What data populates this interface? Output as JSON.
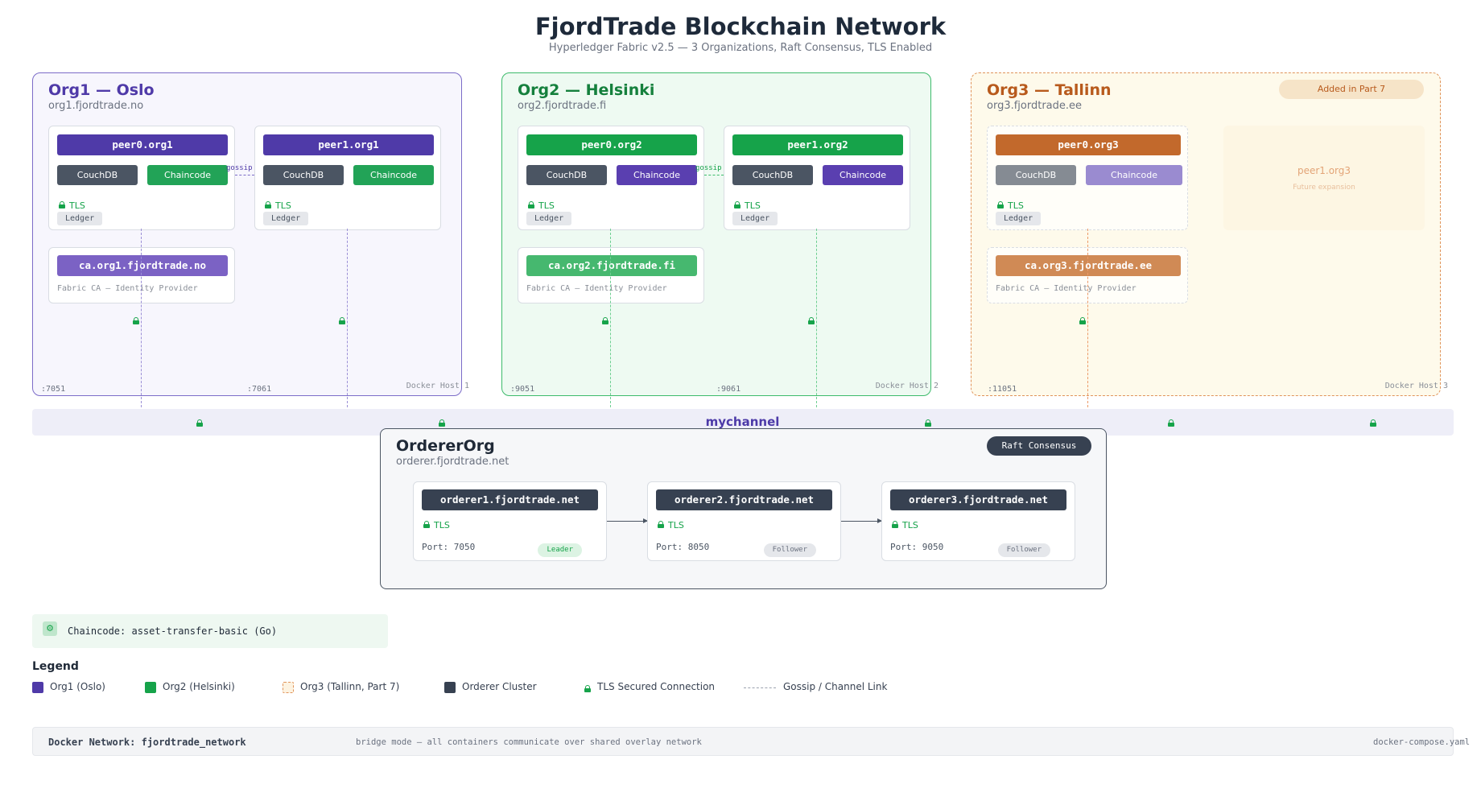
{
  "header": {
    "title": "FjordTrade Blockchain Network",
    "subtitle": "Hyperledger Fabric v2.5 — 3 Organizations, Raft Consensus, TLS Enabled"
  },
  "colors": {
    "org1": "#4f3aa8",
    "org2": "#16a34a",
    "org3": "#c2692c",
    "orderer": "#374151",
    "couchdb": "#4b5563"
  },
  "orgs": {
    "org1": {
      "name": "Org1 — Oslo",
      "domain": "org1.fjordtrade.no",
      "host": "Docker Host 1",
      "ports": [
        ":7051",
        ":7061"
      ],
      "peers": [
        {
          "name": "peer0.org1",
          "couchdb": "CouchDB",
          "chaincode": "Chaincode",
          "tls": "TLS",
          "ledger": "Ledger"
        },
        {
          "name": "peer1.org1",
          "couchdb": "CouchDB",
          "chaincode": "Chaincode",
          "tls": "TLS",
          "ledger": "Ledger"
        }
      ],
      "gossip": "gossip",
      "ca": {
        "name": "ca.org1.fjordtrade.no",
        "desc": "Fabric CA — Identity Provider"
      }
    },
    "org2": {
      "name": "Org2 — Helsinki",
      "domain": "org2.fjordtrade.fi",
      "host": "Docker Host 2",
      "ports": [
        ":9051",
        ":9061"
      ],
      "peers": [
        {
          "name": "peer0.org2",
          "couchdb": "CouchDB",
          "chaincode": "Chaincode",
          "tls": "TLS",
          "ledger": "Ledger"
        },
        {
          "name": "peer1.org2",
          "couchdb": "CouchDB",
          "chaincode": "Chaincode",
          "tls": "TLS",
          "ledger": "Ledger"
        }
      ],
      "gossip": "gossip",
      "ca": {
        "name": "ca.org2.fjordtrade.fi",
        "desc": "Fabric CA — Identity Provider"
      }
    },
    "org3": {
      "name": "Org3 — Tallinn",
      "domain": "org3.fjordtrade.ee",
      "badge": "Added in Part 7",
      "host": "Docker Host 3",
      "ports": [
        ":11051"
      ],
      "peers": [
        {
          "name": "peer0.org3",
          "couchdb": "CouchDB",
          "chaincode": "Chaincode",
          "tls": "TLS",
          "ledger": "Ledger"
        }
      ],
      "future_peer": {
        "name": "peer1.org3",
        "note": "Future expansion"
      },
      "ca": {
        "name": "ca.org3.fjordtrade.ee",
        "desc": "Fabric CA — Identity Provider"
      }
    }
  },
  "channel": {
    "name": "mychannel"
  },
  "orderer_org": {
    "name": "OrdererOrg",
    "domain": "orderer.fjordtrade.net",
    "badge": "Raft Consensus",
    "nodes": [
      {
        "name": "orderer1.fjordtrade.net",
        "tls": "TLS",
        "port": "Port: 7050",
        "role": "Leader"
      },
      {
        "name": "orderer2.fjordtrade.net",
        "tls": "TLS",
        "port": "Port: 8050",
        "role": "Follower"
      },
      {
        "name": "orderer3.fjordtrade.net",
        "tls": "TLS",
        "port": "Port: 9050",
        "role": "Follower"
      }
    ]
  },
  "chaincode_box": {
    "icon": "gear-icon",
    "label": "Chaincode: asset-transfer-basic (Go)"
  },
  "legend": {
    "title": "Legend",
    "items": [
      {
        "label": "Org1 (Oslo)",
        "swatch": "#4f3aa8"
      },
      {
        "label": "Org2 (Helsinki)",
        "swatch": "#16a34a"
      },
      {
        "label": "Org3 (Tallinn, Part 7)",
        "swatch": "#c2692c"
      },
      {
        "label": "Orderer Cluster",
        "swatch": "#374151"
      },
      {
        "label": "TLS Secured Connection",
        "swatch": "#16a34a"
      },
      {
        "label": "Gossip / Channel Link",
        "swatch": "#9ca3af"
      }
    ]
  },
  "footer": {
    "network": "Docker Network: fjordtrade_network",
    "mode": "bridge mode — all containers communicate over shared overlay network",
    "file": "docker-compose.yaml"
  }
}
